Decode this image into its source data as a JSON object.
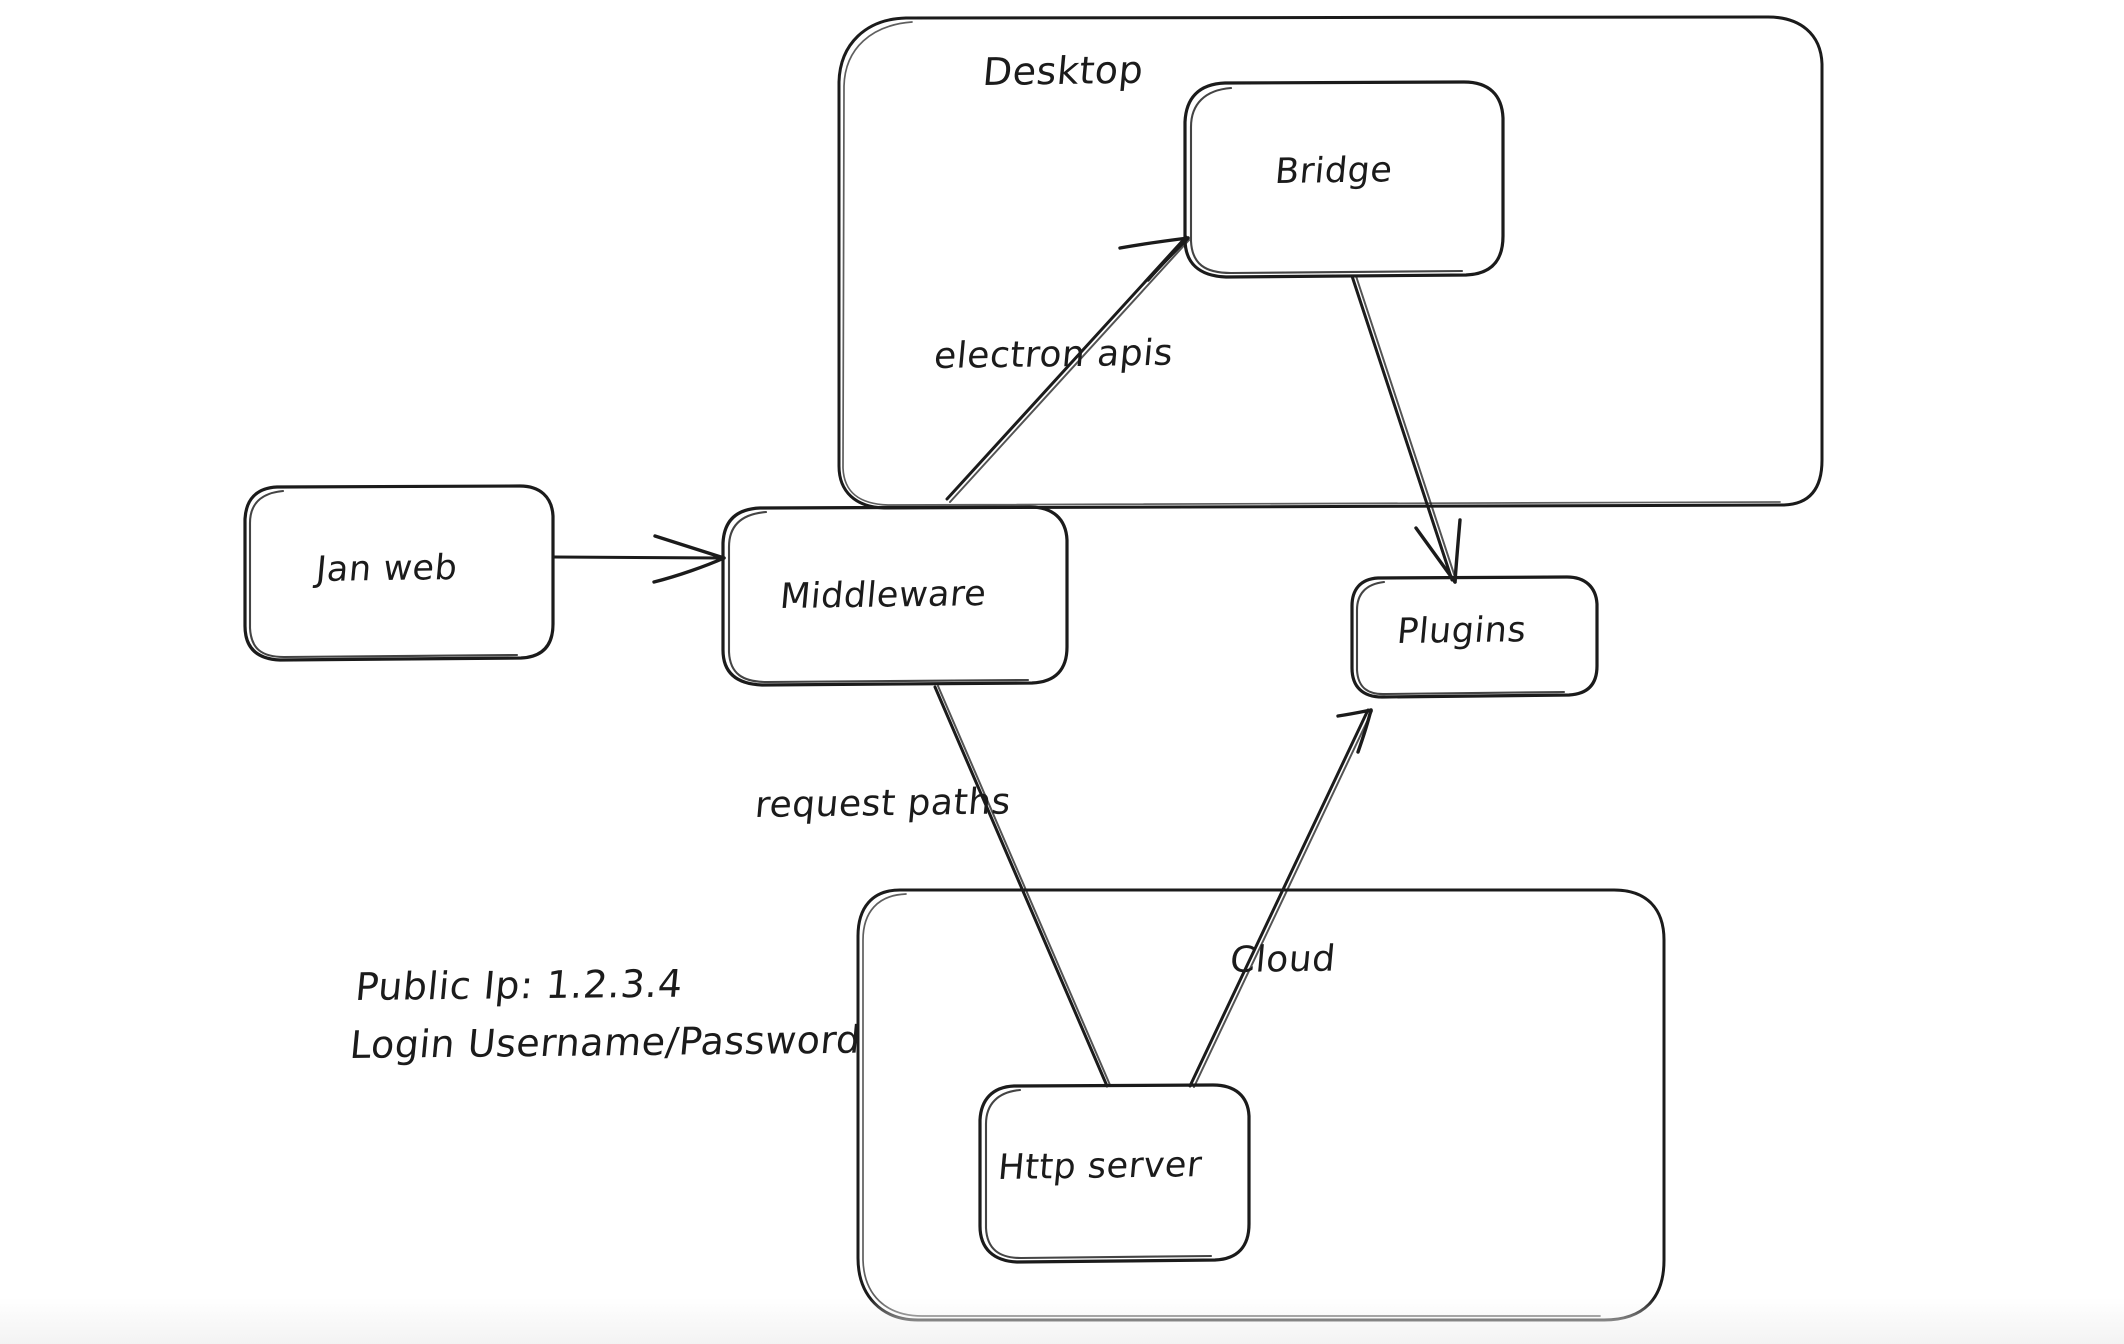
{
  "diagram": {
    "title": "Jan architecture whiteboard sketch",
    "style": "hand-drawn",
    "background_color": "#ffffff",
    "stroke_color": "#1b1b1b",
    "containers": [
      {
        "id": "desktop",
        "label": "Desktop"
      },
      {
        "id": "cloud",
        "label": ""
      }
    ],
    "nodes": [
      {
        "id": "jan-web",
        "label": "Jan web"
      },
      {
        "id": "middleware",
        "label": "Middleware"
      },
      {
        "id": "bridge",
        "label": "Bridge"
      },
      {
        "id": "plugins",
        "label": "Plugins"
      },
      {
        "id": "http-server",
        "label": "Http server"
      }
    ],
    "edges": [
      {
        "id": "jan-web-to-middleware",
        "from": "Jan web",
        "to": "Middleware",
        "label": ""
      },
      {
        "id": "middleware-to-bridge",
        "from": "Middleware",
        "to": "Bridge",
        "label": "electron apis"
      },
      {
        "id": "bridge-to-plugins",
        "from": "Bridge",
        "to": "Plugins",
        "label": ""
      },
      {
        "id": "middleware-to-http-server",
        "from": "Middleware",
        "to": "Http server",
        "label": "request paths"
      },
      {
        "id": "http-server-to-plugins",
        "from": "Http server",
        "to": "Plugins",
        "label": "Cloud"
      }
    ],
    "edge_labels": {
      "electron_apis": "electron apis",
      "request_paths": "request paths",
      "cloud": "Cloud"
    },
    "notes": {
      "public_ip": "Public Ip: 1.2.3.4",
      "login": "Login Username/Password"
    }
  }
}
